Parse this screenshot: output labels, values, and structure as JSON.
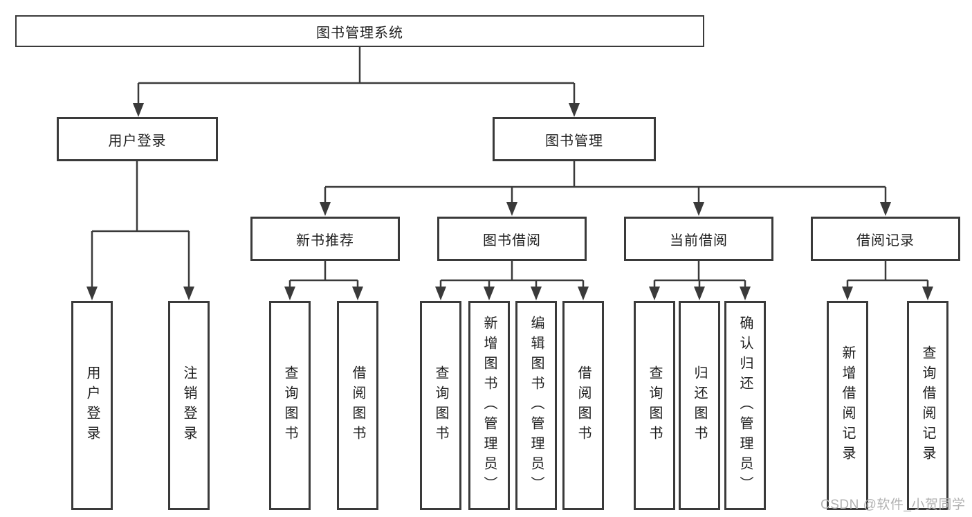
{
  "colors": {
    "line_color": "#3a3a3a",
    "box_border": "#3a3a3a",
    "text_color": "#1f1f1f",
    "bg_color": "#ffffff",
    "watermark_color": "#b2b2b2"
  },
  "watermark": {
    "text": "CSDN @软件_小贺同学"
  },
  "tree": {
    "root": {
      "label": "图书管理系统",
      "children": [
        {
          "label": "用户登录",
          "children": [
            {
              "label": "用户登录"
            },
            {
              "label": "注销登录"
            }
          ]
        },
        {
          "label": "图书管理",
          "children": [
            {
              "label": "新书推荐",
              "children": [
                {
                  "label": "查询图书"
                },
                {
                  "label": "借阅图书"
                }
              ]
            },
            {
              "label": "图书借阅",
              "children": [
                {
                  "label": "查询图书"
                },
                {
                  "label": "新增图书（管理员）"
                },
                {
                  "label": "编辑图书（管理员）"
                },
                {
                  "label": "借阅图书"
                }
              ]
            },
            {
              "label": "当前借阅",
              "children": [
                {
                  "label": "查询图书"
                },
                {
                  "label": "归还图书"
                },
                {
                  "label": "确认归还（管理员）"
                }
              ]
            },
            {
              "label": "借阅记录",
              "children": [
                {
                  "label": "新增借阅记录"
                },
                {
                  "label": "查询借阅记录"
                }
              ]
            }
          ]
        }
      ]
    }
  }
}
